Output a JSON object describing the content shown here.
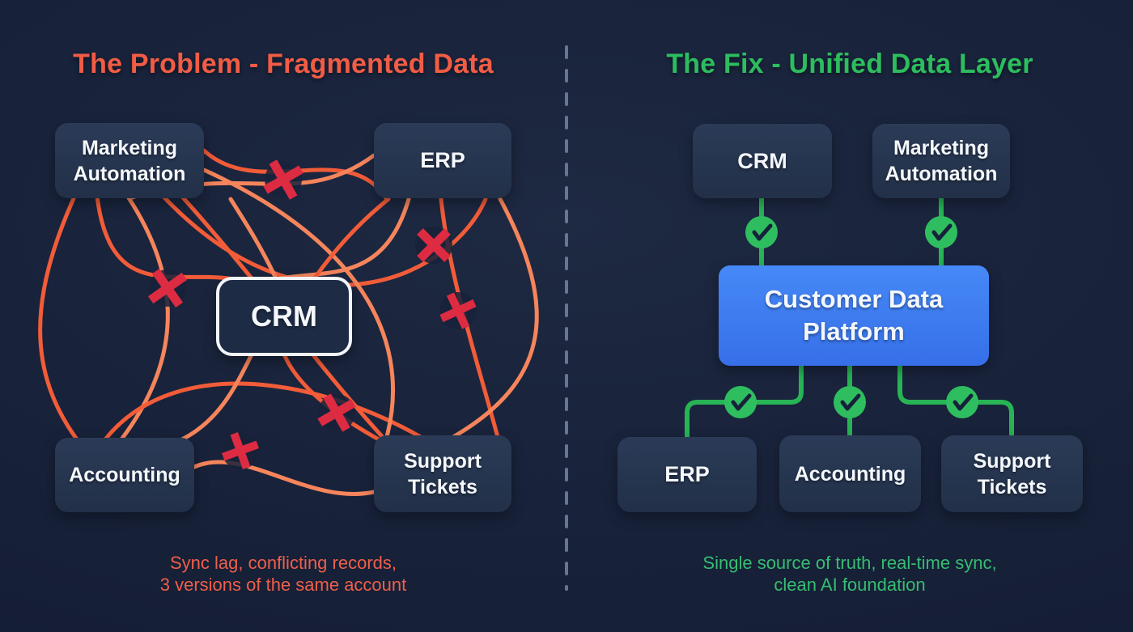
{
  "left_panel": {
    "title": "The Problem - Fragmented Data",
    "boxes": {
      "marketing": "Marketing Automation",
      "erp": "ERP",
      "crm": "CRM",
      "accounting": "Accounting",
      "support": "Support Tickets"
    },
    "caption_line1": "Sync lag, conflicting records,",
    "caption_line2": "3 versions of the same account",
    "error_mark_count": 6,
    "icons": {
      "error": "x-cross-icon"
    }
  },
  "right_panel": {
    "title": "The Fix - Unified Data Layer",
    "boxes": {
      "crm": "CRM",
      "marketing": "Marketing Automation",
      "cdp": "Customer Data Platform",
      "erp": "ERP",
      "accounting": "Accounting",
      "support": "Support Tickets"
    },
    "caption_line1": "Single source of truth, real-time sync,",
    "caption_line2": "clean AI foundation",
    "check_mark_count": 5,
    "icons": {
      "success": "check-circle-icon"
    }
  },
  "colors": {
    "background": "#18223a",
    "problem_accent": "#f25c45",
    "tangle_orange": "#f25c38",
    "tangle_orange_light": "#f6855c",
    "error_red": "#dd2b42",
    "fix_accent": "#2cbd5e",
    "connector_green": "#28b455",
    "check_green": "#2fbe5f",
    "cdp_blue": "#3d7ef2",
    "node_background": "#263750",
    "node_text": "#f4f7fb",
    "divider": "#67768f"
  }
}
